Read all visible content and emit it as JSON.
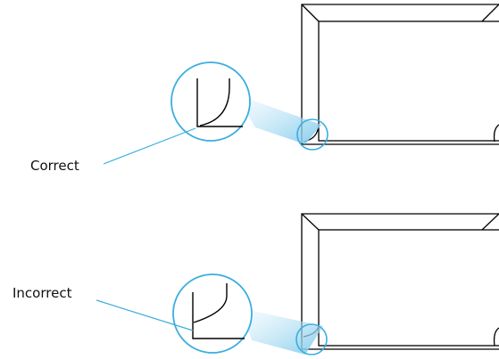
{
  "labels": {
    "correct": "Correct",
    "incorrect": "Incorrect"
  },
  "colors": {
    "line": "#000000",
    "magnifier_ring": "#3aaee0",
    "magnifier_fill": "#ffffff",
    "beam": "#bfe3f4",
    "paper": "#ffffff"
  },
  "figures": [
    {
      "name": "correct-example",
      "label_key": "correct",
      "corner_fold": "proper"
    },
    {
      "name": "incorrect-example",
      "label_key": "incorrect",
      "corner_fold": "improper"
    }
  ]
}
